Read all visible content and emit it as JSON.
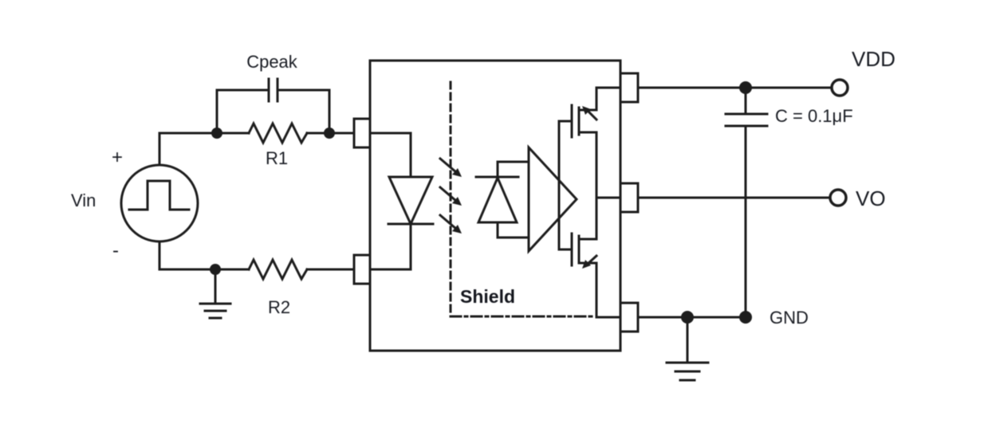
{
  "diagram": {
    "type": "schematic",
    "description": "Optocoupler application circuit with pulse input, peaking network, internal LED/photodiode/amplifier with shield, push-pull FET output stage and bypass capacitor",
    "background_color": "#ffffff",
    "line_color": "#1d1d1d",
    "text_color": "#181b22",
    "labels": {
      "vin": "Vin",
      "polarity_plus": "+",
      "polarity_minus": "-",
      "cpeak": "Cpeak",
      "r1": "R1",
      "r2": "R2",
      "shield": "Shield",
      "vdd": "VDD",
      "vo": "VO",
      "gnd": "GND",
      "bypass_cap": "C = 0.1μF"
    },
    "components": [
      {
        "name": "pulse-voltage-source",
        "label": "Vin"
      },
      {
        "name": "peaking-capacitor",
        "label": "Cpeak"
      },
      {
        "name": "series-resistor",
        "label": "R1"
      },
      {
        "name": "shunt-resistor",
        "label": "R2"
      },
      {
        "name": "optocoupler-ic",
        "parts": [
          "led",
          "light-arrows",
          "shield",
          "photodiode",
          "amplifier",
          "push-pull-output-fets",
          "input-pins",
          "output-pins"
        ]
      },
      {
        "name": "bypass-capacitor",
        "label": "C = 0.1μF"
      },
      {
        "name": "supply-terminal",
        "label": "VDD"
      },
      {
        "name": "output-terminal",
        "label": "VO"
      },
      {
        "name": "ground-terminal",
        "label": "GND"
      }
    ]
  }
}
